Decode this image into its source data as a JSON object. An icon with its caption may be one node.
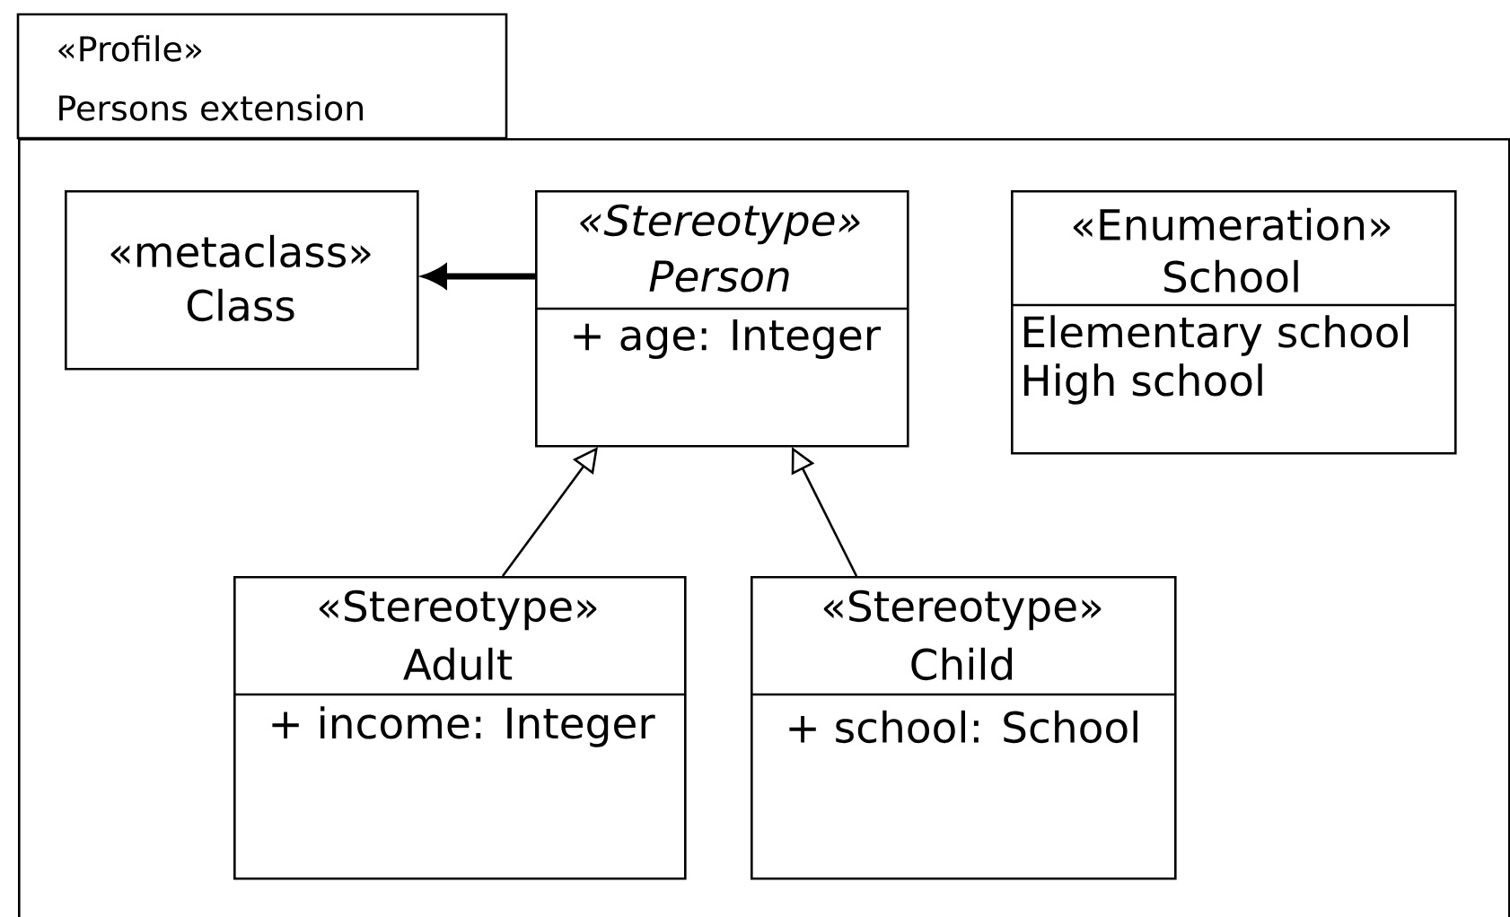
{
  "diagram": {
    "nodes": [
      {
        "text": [
          "«Profile»",
          "Persons extension"
        ]
      },
      {
        "text": [
          "«metaclass»",
          "Class"
        ],
        "in": 0
      },
      {
        "text": [
          "«Stereotype»",
          "Person",
          "+ age: Integer"
        ],
        "in": 0
      },
      {
        "text": [
          "«Enumeration»",
          "School",
          "Elementary school",
          "High school"
        ],
        "in": 0
      },
      {
        "text": [
          "«Stereotype»",
          "Adult",
          "+ income: Integer"
        ],
        "in": 0
      },
      {
        "text": [
          "«Stereotype»",
          "Child",
          "+ school: School"
        ],
        "in": 0
      }
    ],
    "edges": [
      {
        "from": 2,
        "to": 1,
        "arrow": "to",
        "style": "thick"
      },
      {
        "from": 4,
        "to": 2,
        "arrow": "to"
      },
      {
        "from": 5,
        "to": 2,
        "arrow": "to"
      }
    ]
  }
}
